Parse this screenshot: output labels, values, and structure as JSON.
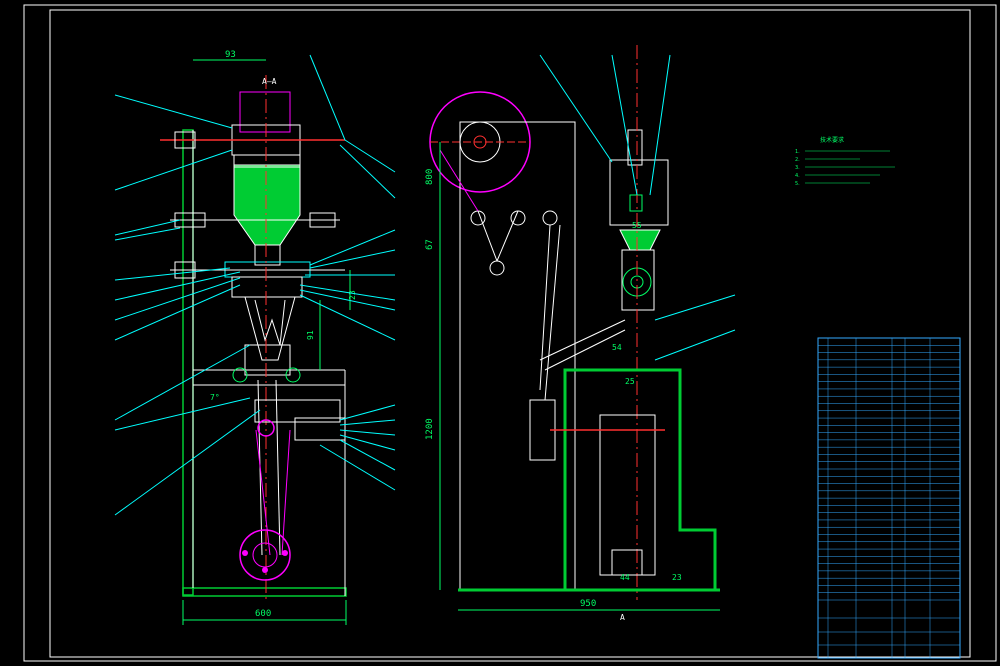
{
  "colors": {
    "background": "#000000",
    "frame": "#ffffff",
    "outline": "#ffffff",
    "leader": "#00ffff",
    "dimension": "#00ff66",
    "hatch": "#00cc33",
    "centerline": "#ff3030",
    "accent": "#ff00ff",
    "table_grid": "#33aaff",
    "table_text": "#ffffff"
  },
  "section_label": "A—A",
  "dimensions": {
    "left_top": "93",
    "left_bottom": "600",
    "left_mid_a": "91",
    "left_mid_b": "7°",
    "left_mid_c": "23",
    "right_height_total": "1200",
    "right_height_a": "800",
    "right_height_b": "67",
    "right_bottom": "950",
    "right_top_small": "55",
    "right_mid_a": "54",
    "right_mid_b": "25",
    "right_bottom_a": "44",
    "right_bottom_b": "23",
    "section_marker": "A"
  },
  "notes": {
    "title": "技术要求",
    "lines": [
      "1.",
      "2.",
      "3.",
      "4.",
      "5."
    ]
  },
  "title_block": {
    "drawing_name": "",
    "row_count": 36
  }
}
